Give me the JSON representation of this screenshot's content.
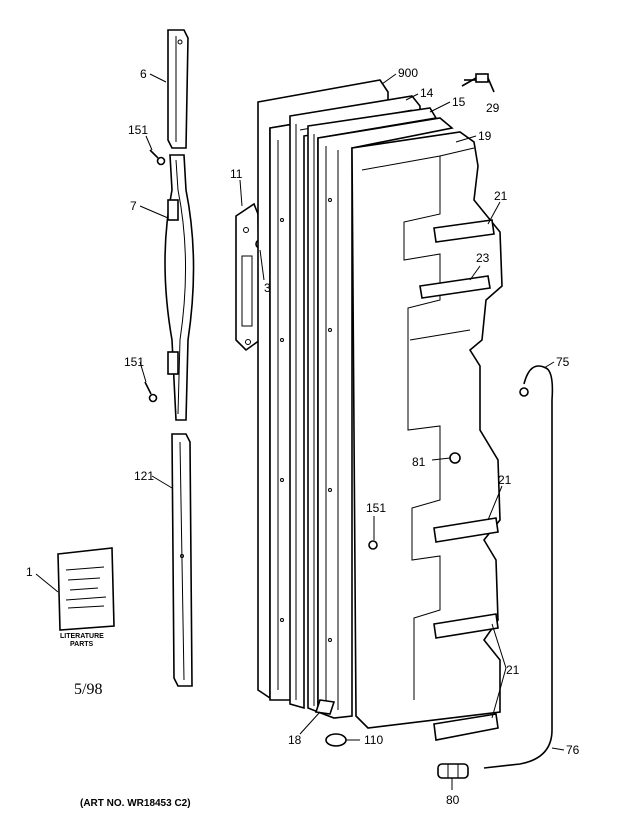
{
  "callouts": {
    "c900": "900",
    "c14": "14",
    "c15": "15",
    "c29": "29",
    "c19": "19",
    "c6": "6",
    "c151a": "151",
    "c7": "7",
    "c11": "11",
    "c3": "3",
    "c21a": "21",
    "c23": "23",
    "c151b": "151",
    "c75": "75",
    "c81": "81",
    "c21b": "21",
    "c121": "121",
    "c151c": "151",
    "c1": "1",
    "c21c": "21",
    "c18": "18",
    "c110": "110",
    "c76": "76",
    "c80": "80"
  },
  "literature": {
    "caption_line1": "LITERATURE",
    "caption_line2": "PARTS"
  },
  "footer": {
    "date_code": "5/98",
    "art_number": "(ART NO. WR18453 C2)"
  }
}
